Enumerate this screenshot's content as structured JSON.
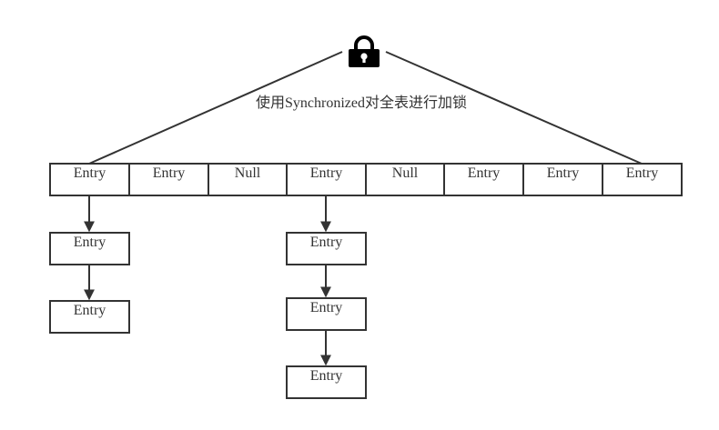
{
  "lock_caption": "使用Synchronized对全表进行加锁",
  "lock_icon": "lock-icon",
  "table_row": [
    "Entry",
    "Entry",
    "Null",
    "Entry",
    "Null",
    "Entry",
    "Entry",
    "Entry"
  ],
  "chain_1": [
    "Entry",
    "Entry"
  ],
  "chain_4": [
    "Entry",
    "Entry",
    "Entry"
  ],
  "colors": {
    "stroke": "#333333",
    "lock": "#000000",
    "text": "#333333"
  }
}
